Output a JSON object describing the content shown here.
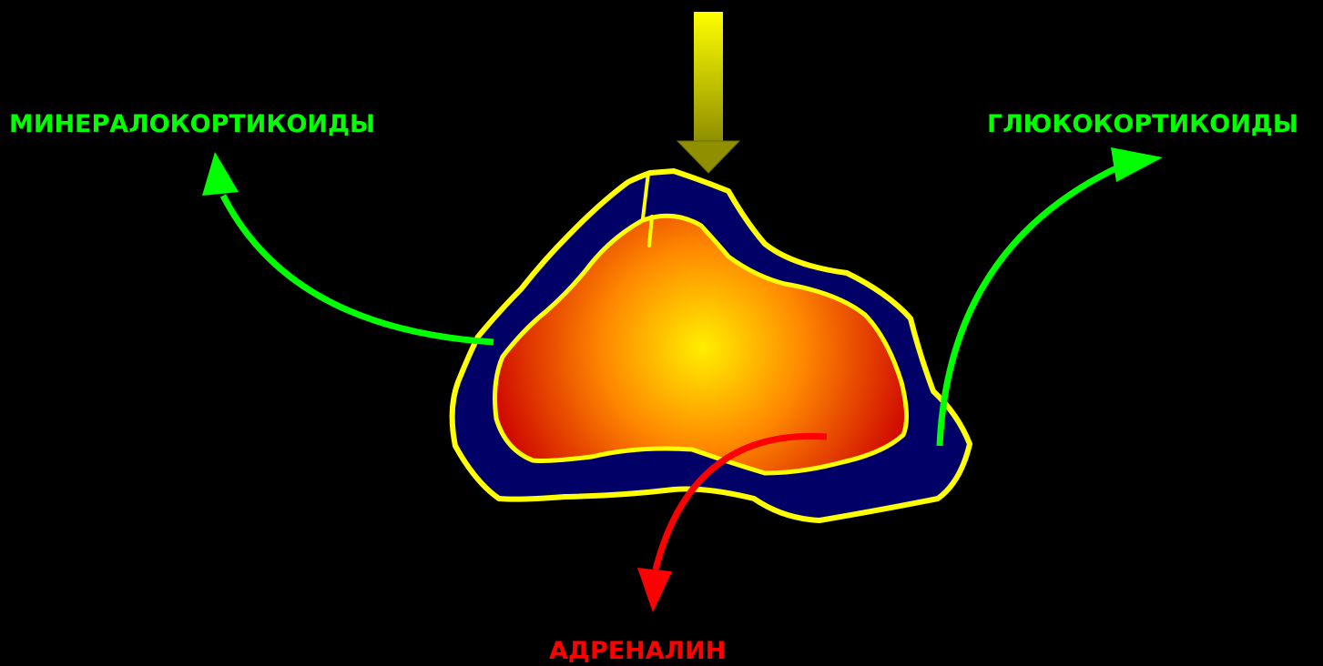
{
  "labels": {
    "mineralocorticoids": "МИНЕРАЛОКОРТИКОИДЫ",
    "glucocorticoids": "ГЛЮКОКОРТИКОИДЫ",
    "adrenaline": "АДРЕНАЛИН"
  },
  "colors": {
    "background": "#000000",
    "cortex_fill": "#000066",
    "outline": "#FFFF00",
    "medulla_center": "#FFEE00",
    "medulla_mid": "#FF8800",
    "medulla_edge": "#CC0000",
    "green_arrow": "#00FF00",
    "red_arrow": "#FF0000",
    "top_arrow_light": "#FFFF00",
    "top_arrow_dark": "#8F8F00"
  }
}
